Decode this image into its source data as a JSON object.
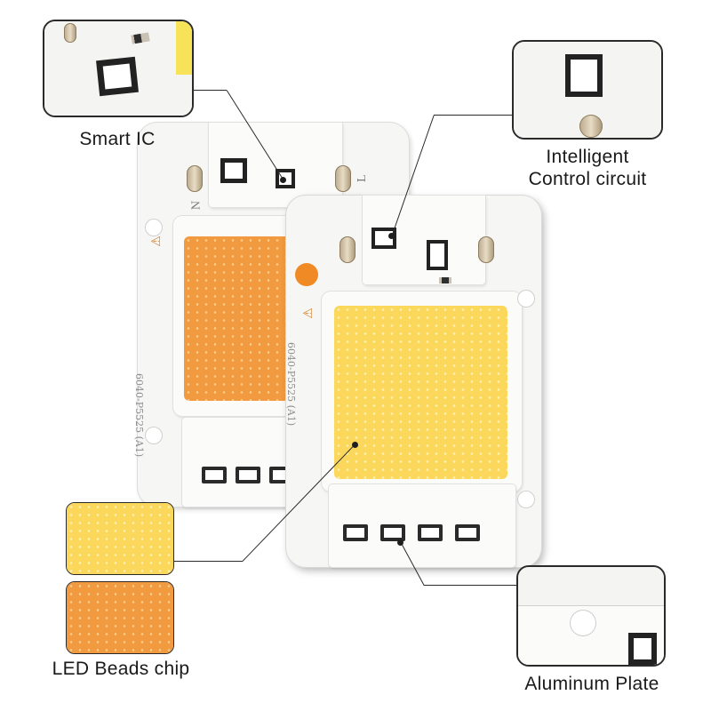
{
  "callouts": {
    "smart_ic": "Smart IC",
    "control_circuit_line1": "Intelligent",
    "control_circuit_line2": "Control circuit",
    "led_beads_chip": "LED Beads chip",
    "aluminum_plate": "Aluminum Plate"
  },
  "board_marks": {
    "pin_n": "N",
    "pin_l": "L",
    "model_code": "6040-P5525 (A1)"
  },
  "colors": {
    "warm_white_chip": "#fbd85b",
    "orange_chip": "#f29a3f",
    "board": "#f6f6f4",
    "outline": "#2a2a2a"
  },
  "icons": [
    "warning-triangle-icon",
    "mounting-hole",
    "solder-pad"
  ]
}
